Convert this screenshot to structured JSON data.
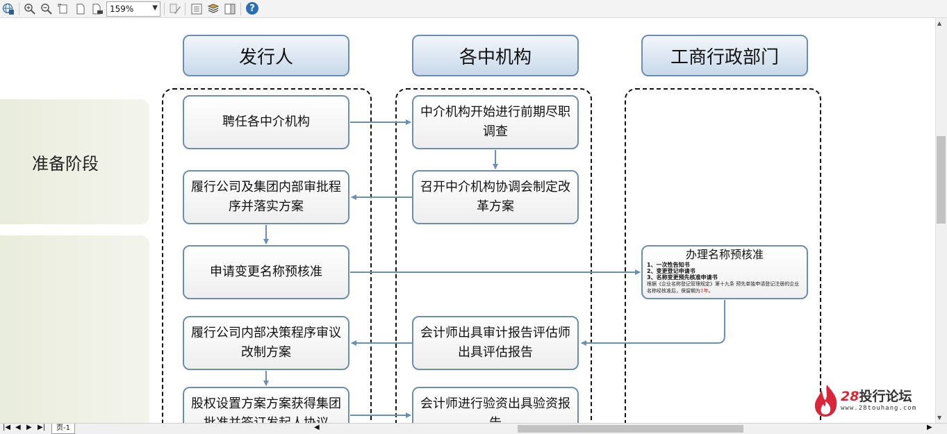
{
  "toolbar": {
    "zoom_value": "159%",
    "buttons": [
      "globe-icon",
      "zoom-in-icon",
      "zoom-out-icon",
      "fit-page-icon",
      "page-icon",
      "page-width-icon",
      "edit-icon",
      "list-icon",
      "layers-icon",
      "panel-icon",
      "help-icon"
    ],
    "help_glyph": "?"
  },
  "columns": {
    "issuer": "发行人",
    "intermediaries": "各中机构",
    "admin": "工商行政部门"
  },
  "phases": {
    "prep": "准备阶段"
  },
  "boxes": {
    "b1": "聘任各中介机构",
    "b2": "履行公司及集团内部审批程序并落实方案",
    "b3": "申请变更名称预核准",
    "b4": "履行公司内部决策程序审议改制方案",
    "b5": "股权设置方案方案获得集团批准并签订发起人协议",
    "m1": "中介机构开始进行前期尽职调查",
    "m2": "召开中介机构协调会制定改革方案",
    "m3": "会计师出具审计报告评估师出具评估报告",
    "m4": "会计师进行验资出具验资报告"
  },
  "name_check": {
    "title": "办理名称预核准",
    "items": [
      "1、一次性告知书",
      "2、变更登记申请书",
      "3、名称变更预先核准申请书"
    ],
    "note_prefix": "根据《企业名称登记管理规定》第十九条 预先单独申请登记注册的企业名称经核准后，保留期为",
    "note_red": "1年",
    "note_suffix": "。"
  },
  "watermark": {
    "number": "28",
    "name": "投行论坛",
    "url": "www.28touhang.com"
  },
  "bottom_bar": {
    "page_tab": "页-1"
  },
  "colors": {
    "arrow": "#6a8fb4",
    "box_border": "#6c8db2",
    "phase_bg": "#e8ecda"
  }
}
